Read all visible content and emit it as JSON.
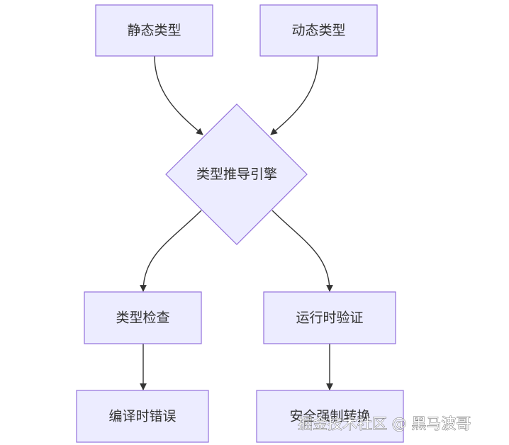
{
  "nodes": {
    "static_types": "静态类型",
    "dynamic_types": "动态类型",
    "inference_engine": "类型推导引擎",
    "type_check": "类型检查",
    "runtime_validation": "运行时验证",
    "compile_error": "编译时错误",
    "safe_cast": "安全强制转换"
  },
  "watermark": "掘金技术社区 @ 黑马波哥",
  "colors": {
    "node_fill": "#ECECFF",
    "node_stroke": "#9370DB",
    "edge": "#333333",
    "text": "#333333"
  }
}
